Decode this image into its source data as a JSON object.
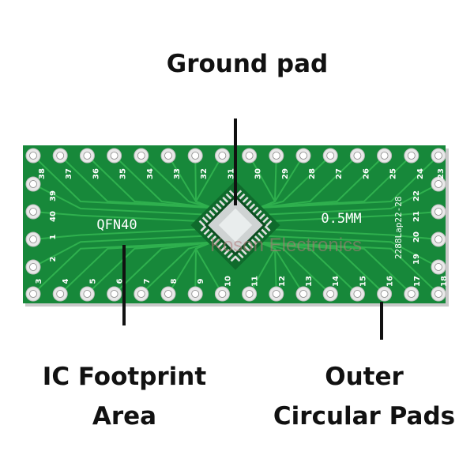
{
  "annotations": {
    "ground_pad": "Ground pad",
    "ic_footprint_line1": "IC Footprint",
    "ic_footprint_line2": "Area",
    "outer_pads_line1": "Outer",
    "outer_pads_line2": "Circular Pads"
  },
  "board": {
    "package_label": "QFN40",
    "pitch_label": "0.5MM",
    "part_code": "2288Lap22-28",
    "watermark": "Koson Electronics",
    "top_pin_numbers": [
      "38",
      "37",
      "36",
      "35",
      "34",
      "33",
      "32",
      "31",
      "30",
      "29",
      "28",
      "27",
      "26",
      "25",
      "24",
      "23"
    ],
    "bottom_pin_numbers": [
      "3",
      "4",
      "5",
      "6",
      "7",
      "8",
      "9",
      "10",
      "11",
      "12",
      "13",
      "14",
      "15",
      "16",
      "17",
      "18"
    ],
    "left_pin_numbers": [
      "39",
      "40",
      "1",
      "2"
    ],
    "right_pin_numbers": [
      "22",
      "21",
      "20",
      "19"
    ],
    "colors": {
      "board": "#17883a",
      "trace": "#2fb04e",
      "silk": "#ffffff",
      "pad": "#e8e8e8"
    }
  }
}
